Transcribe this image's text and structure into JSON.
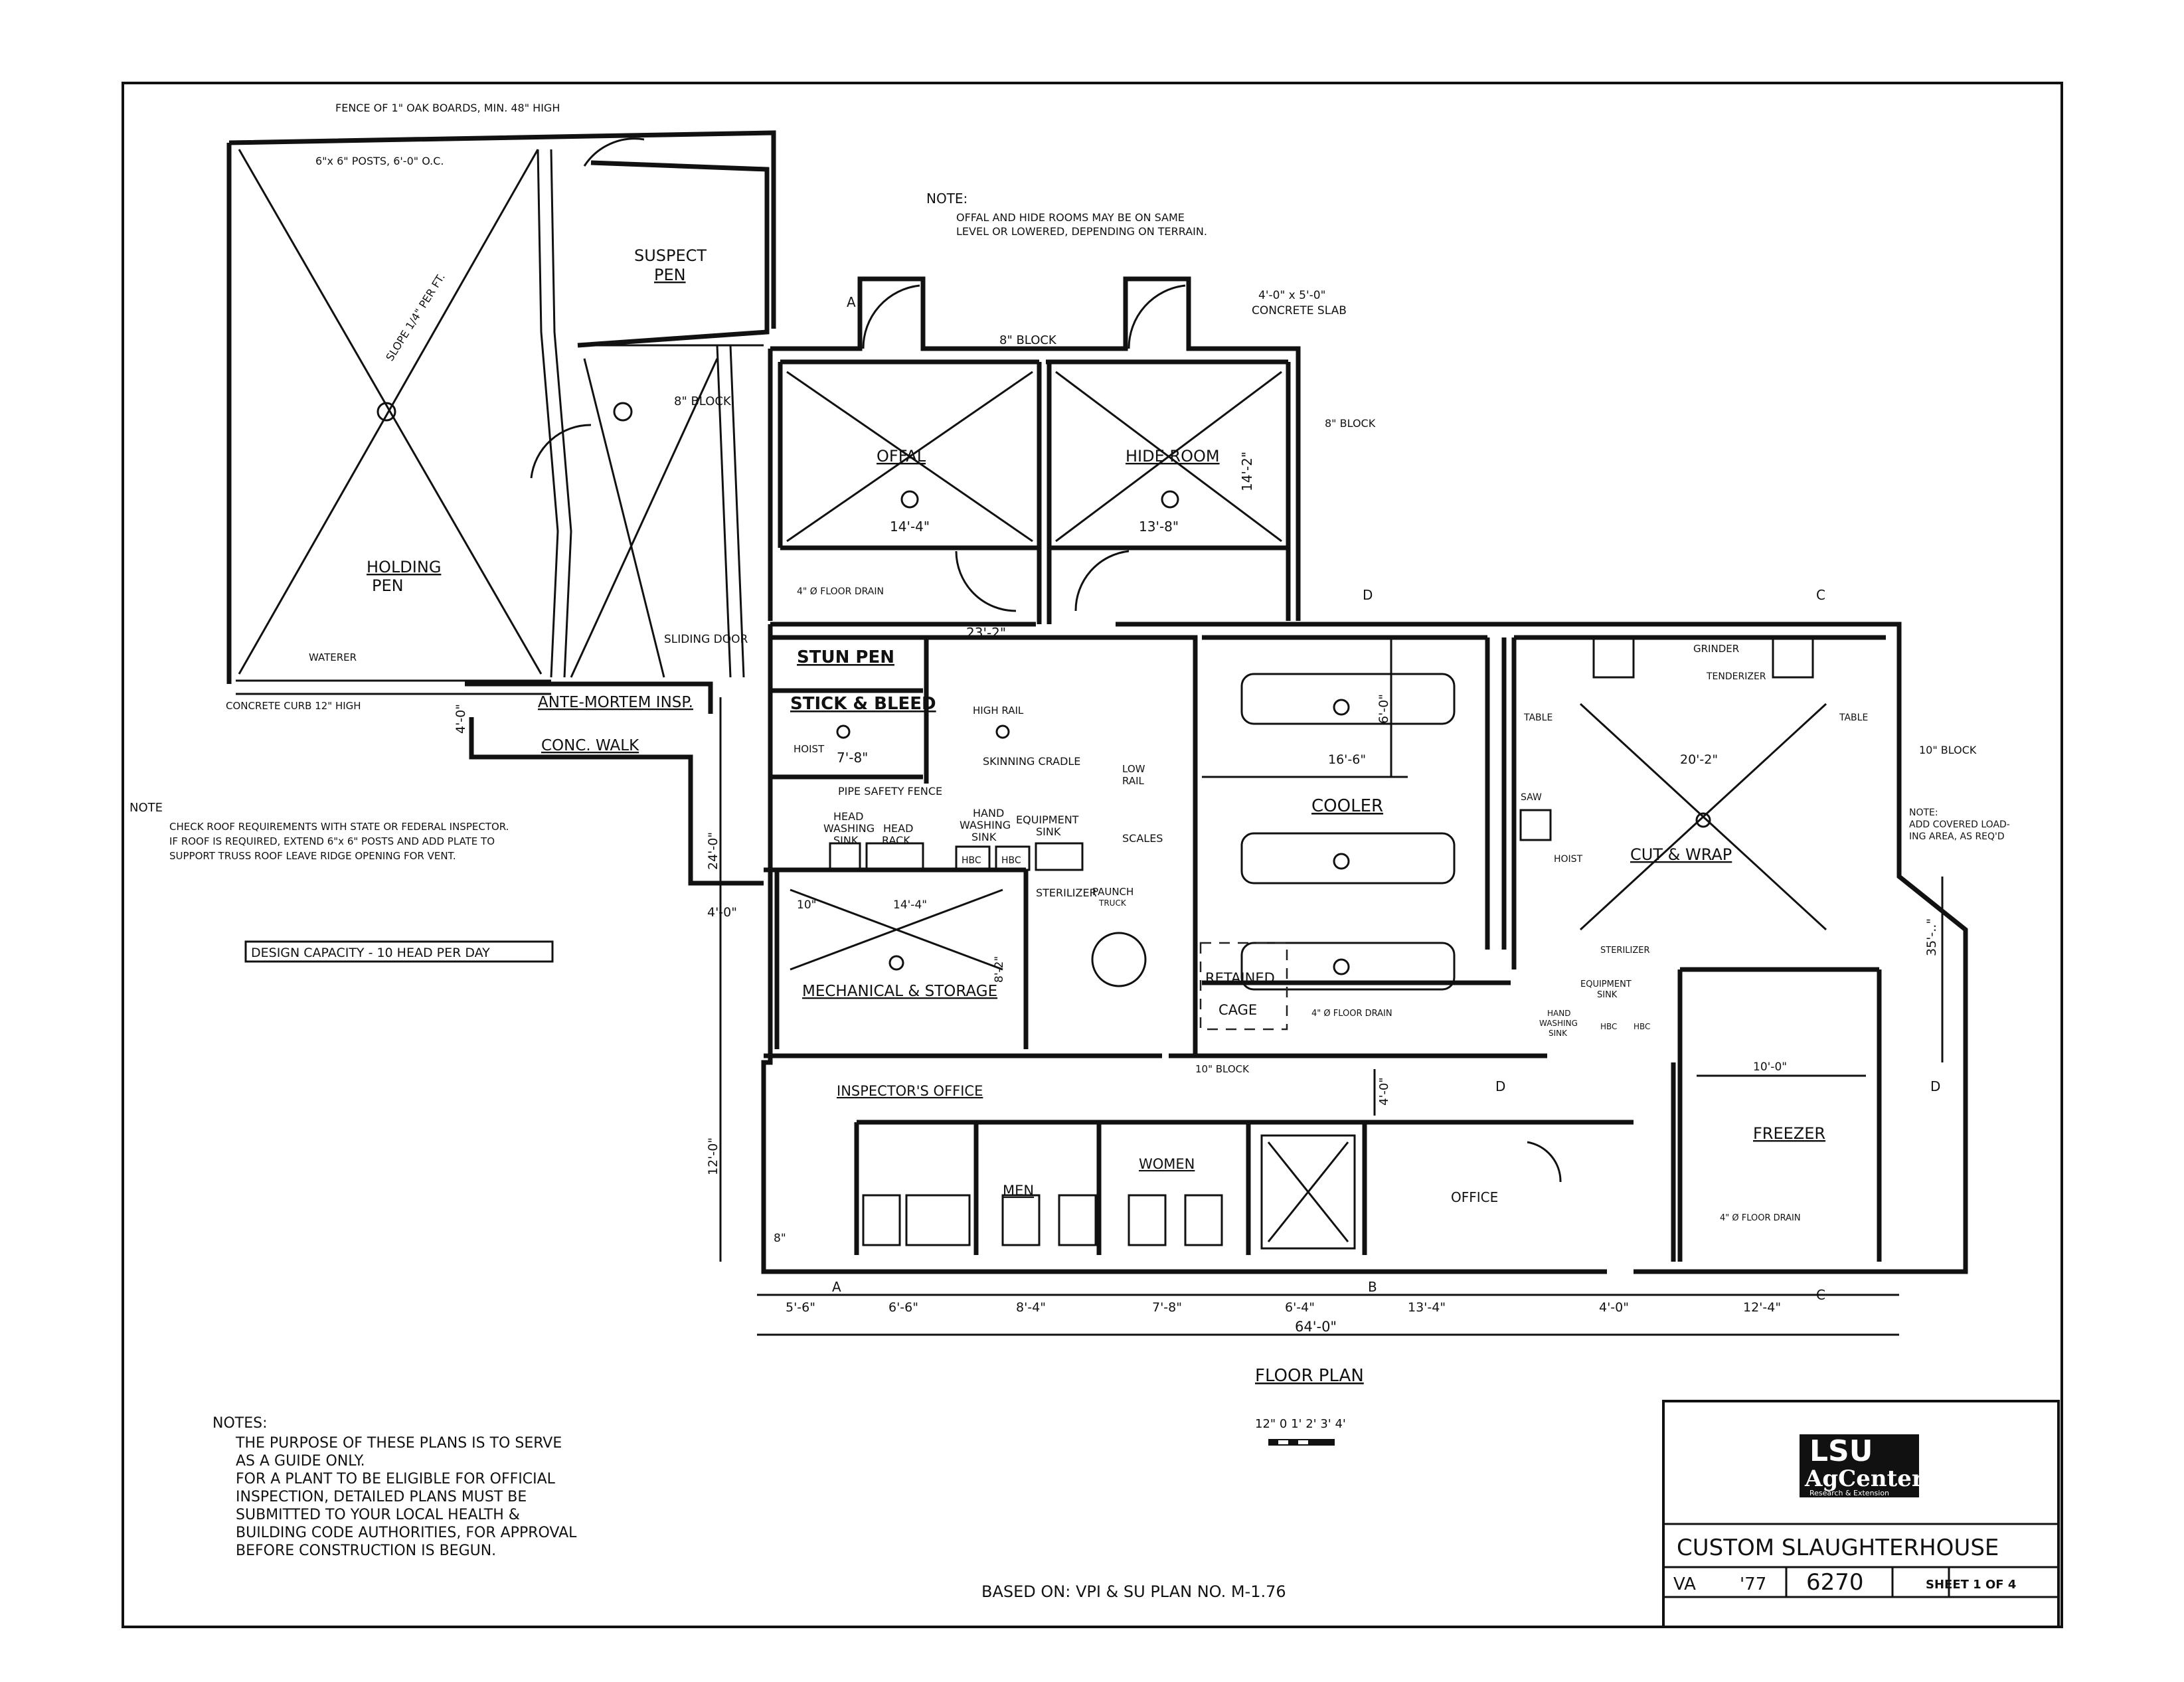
{
  "top_note": {
    "heading": "NOTE:",
    "lines": [
      "OFFAL AND HIDE ROOMS MAY BE ON SAME",
      "LEVEL OR LOWERED, DEPENDING ON TERRAIN."
    ]
  },
  "callouts": {
    "fence": "FENCE OF 1\" OAK BOARDS, MIN. 48\" HIGH",
    "posts": "6\"x 6\" POSTS, 6'-0\" O.C.",
    "slab": [
      "4'-0\" x 5'-0\"",
      "CONCRETE SLAB"
    ],
    "block8_top": "8\" BLOCK",
    "block8_left": "8\" BLOCK",
    "block8_right": "8\" BLOCK",
    "block10_right": "10\" BLOCK",
    "block10_bottom": "10\" BLOCK",
    "slope": "SLOPE 1/4\" PER FT.",
    "waterer": "WATERER",
    "curb": "CONCRETE CURB 12\" HIGH",
    "sliding_door": "SLIDING DOOR",
    "high_rail": "HIGH RAIL",
    "hoist": "HOIST",
    "pipe_fence": "PIPE SAFETY FENCE",
    "skinning_cradle": "SKINNING CRADLE",
    "low_rail": [
      "LOW",
      "RAIL"
    ],
    "scales": "SCALES",
    "sterilizer": "STERILIZER",
    "paunch": [
      "PAUNCH",
      "TRUCK"
    ],
    "grinder": "GRINDER",
    "tenderizer": "TENDERIZER",
    "table_left": "TABLE",
    "table_right": "TABLE",
    "saw": "SAW",
    "hoist2": "HOIST",
    "sterilizer2": "STERILIZER",
    "equip_sink2": [
      "EQUIPMENT",
      "SINK"
    ],
    "hand_sink2": [
      "HAND",
      "WASHING",
      "SINK"
    ],
    "right_note": [
      "NOTE:",
      "ADD COVERED LOAD-",
      "ING AREA, AS REQ'D"
    ],
    "hbc1": "HBC",
    "hbc2": "HBC",
    "hbc3": "HBC",
    "hbc4": "HBC"
  },
  "rooms": {
    "holding_pen": [
      "HOLDING",
      "PEN"
    ],
    "suspect_pen": [
      "SUSPECT",
      "PEN"
    ],
    "offal": "OFFAL",
    "hide_room": "HIDE ROOM",
    "stun_pen": "STUN PEN",
    "stick_bleed": "STICK & BLEED",
    "ante_mortem": "ANTE-MORTEM INSP.",
    "conc_walk": "CONC. WALK",
    "head_sink": [
      "HEAD",
      "WASHING",
      "SINK"
    ],
    "head_rack": [
      "HEAD",
      "RACK"
    ],
    "hand_sink": [
      "HAND",
      "WASHING",
      "SINK"
    ],
    "equip_sink": [
      "EQUIPMENT",
      "SINK"
    ],
    "mechanical": "MECHANICAL & STORAGE",
    "cooler": "COOLER",
    "retained_cage": [
      "RETAINED",
      "CAGE"
    ],
    "cut_wrap": "CUT & WRAP",
    "freezer": "FREEZER",
    "inspectors_office": "INSPECTOR'S OFFICE",
    "men": "MEN",
    "women": "WOMEN",
    "office": "OFFICE"
  },
  "dimensions": {
    "offal_w": "14'-4\"",
    "hide_w": "13'-8\"",
    "hide_h": "14'-2\"",
    "stun_w": "23'-2\"",
    "stick_w": "7'-8\"",
    "cooler_w": "16'-6\"",
    "cooler_h": "6'-0\"",
    "cut_w": "20'-2\"",
    "mech_w1": "10\"",
    "mech_w2": "14'-4\"",
    "mech_h": "8'-2\"",
    "freezer_w": "10'-0\"",
    "left_24": "24'-0\"",
    "left_4a": "4'-0\"",
    "left_4b": "4'-0\"",
    "left_12": "12'-0\"",
    "left_8": "8\"",
    "right_35": "35'-..\"",
    "mid_4": "4'-0\"",
    "b1": "5'-6\"",
    "b2": "6'-6\"",
    "b3": "8'-4\"",
    "b4": "7'-8\"",
    "b5": "6'-4\"",
    "b6": "13'-4\"",
    "b7": "4'-0\"",
    "b8": "12'-4\"",
    "total": "64'-0\"",
    "drain1": "4\" Ø FLOOR DRAIN",
    "drain2": "4\" Ø FLOOR DRAIN",
    "drain3": "4\" Ø FLOOR DRAIN"
  },
  "section_marks": {
    "a_top": "A",
    "a_bottom": "A",
    "b_bottom": "B",
    "c_top": "C",
    "c_bottom": "C",
    "d_top": "D",
    "d_mid": "D",
    "d_right": "D"
  },
  "left_note": {
    "heading": "NOTE",
    "lines": [
      "CHECK ROOF REQUIREMENTS WITH STATE OR FEDERAL INSPECTOR.",
      "IF ROOF IS REQUIRED, EXTEND 6\"x 6\" POSTS AND ADD PLATE TO",
      "SUPPORT TRUSS ROOF LEAVE RIDGE OPENING FOR VENT."
    ]
  },
  "design_capacity": "DESIGN CAPACITY - 10 HEAD PER DAY",
  "floor_plan": {
    "title": "FLOOR PLAN",
    "scale": "12\" 0  1'  2'  3'  4'"
  },
  "notes": {
    "heading": "NOTES:",
    "lines": [
      "THE PURPOSE OF THESE PLANS IS TO SERVE",
      "AS A GUIDE ONLY.",
      "FOR A PLANT TO BE ELIGIBLE FOR OFFICIAL",
      "INSPECTION, DETAILED PLANS MUST BE",
      "SUBMITTED TO YOUR LOCAL HEALTH &",
      "BUILDING CODE AUTHORITIES, FOR APPROVAL",
      "BEFORE CONSTRUCTION IS BEGUN."
    ]
  },
  "based_on": "BASED ON: VPI & SU PLAN NO. M-1.76",
  "title_block": {
    "logo_top": "LSU",
    "logo_main": "AgCenter",
    "logo_sub": "Research & Extension",
    "title": "CUSTOM SLAUGHTERHOUSE",
    "state": "VA",
    "year": "'77",
    "number": "6270",
    "sheet": "SHEET 1 OF 4"
  }
}
